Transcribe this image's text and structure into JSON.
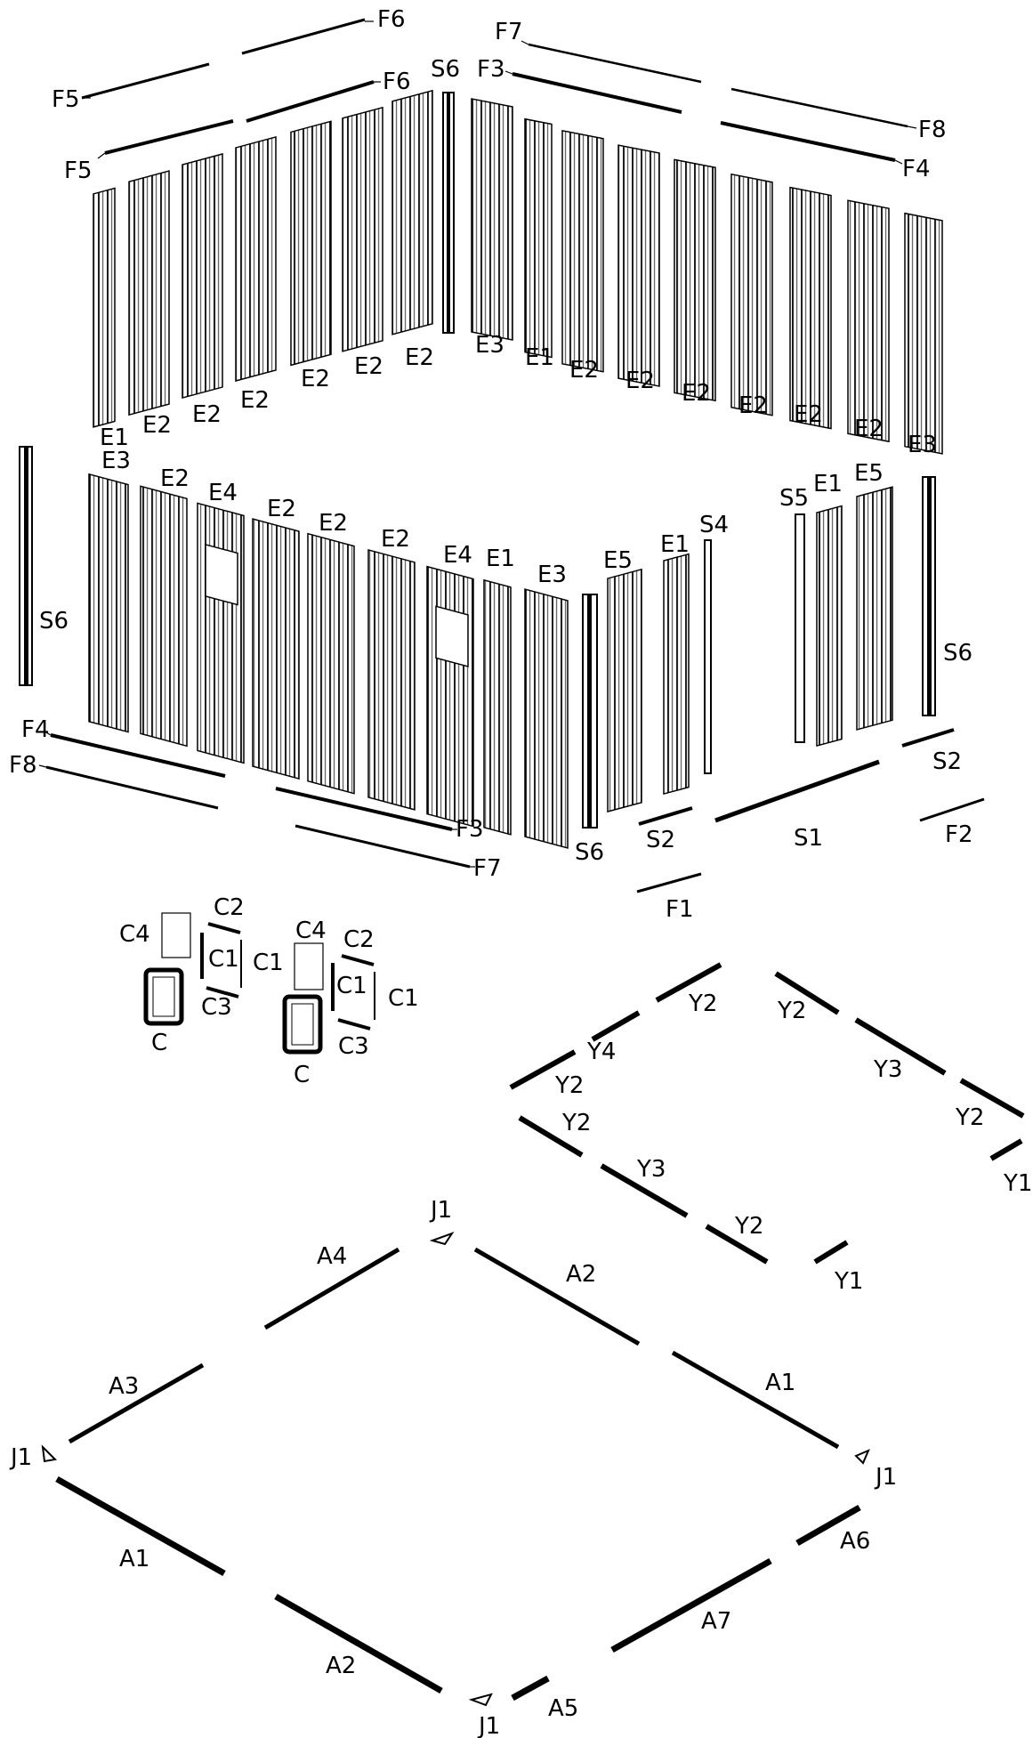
{
  "labels": {
    "F6_top": "F6",
    "F5_top": "F5",
    "F6_mid": "F6",
    "F5_mid": "F5",
    "S6_top": "S6",
    "F7_top": "F7",
    "F3_top": "F3",
    "F8_top": "F8",
    "F4_top": "F4",
    "E_back_left": [
      "E1",
      "E2",
      "E2",
      "E2",
      "E2",
      "E2",
      "E2"
    ],
    "E_back_right": [
      "E3",
      "E1",
      "E2",
      "E2",
      "E2",
      "E2",
      "E2",
      "E2",
      "E3"
    ],
    "E_front_left": [
      "E3",
      "E2",
      "E4",
      "E2",
      "E2",
      "E2",
      "E4",
      "E1",
      "E3"
    ],
    "E5_front": "E5",
    "E1_front": "E1",
    "S4": "S4",
    "S5": "S5",
    "E1_right": "E1",
    "E5_right": "E5",
    "S6_left": "S6",
    "S6_right": "S6",
    "S6_bottom": "S6",
    "F4_bottom": "F4",
    "F8_bottom": "F8",
    "F3_bottom": "F3",
    "F7_bottom": "F7",
    "S2_left": "S2",
    "S1": "S1",
    "S2_right": "S2",
    "F2": "F2",
    "F1": "F1",
    "window_parts": [
      "C4",
      "C2",
      "C1",
      "C1",
      "C3",
      "C"
    ],
    "window_parts_2": [
      "C4",
      "C2",
      "C1",
      "C1",
      "C3",
      "C"
    ],
    "roof_frame": [
      "Y2",
      "Y2",
      "Y4",
      "Y3",
      "Y2",
      "Y2",
      "Y2",
      "Y3",
      "Y2",
      "Y1",
      "Y1"
    ],
    "floor_frame": [
      "J1",
      "A4",
      "A2",
      "A3",
      "A1",
      "J1",
      "J1",
      "A1",
      "A6",
      "A2",
      "A7",
      "A5",
      "J1"
    ]
  }
}
